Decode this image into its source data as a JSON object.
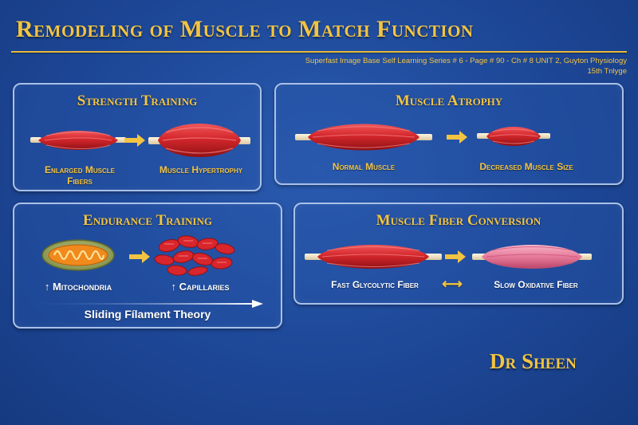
{
  "title": "Remodeling of Muscle to Match Function",
  "subtitle": {
    "line1": "Superfast Image Base Self Learning Series # 6 - Page # 90 - Ch # 8 UNIT 2, Guyton Physiology",
    "line2": "15th Tnlyge"
  },
  "panels": {
    "strength": {
      "title": "Strength Training",
      "left_label_line1": "Enlarged Muscle",
      "left_label_line2": "Fibers",
      "right_label": "Muscle Hypertrophy"
    },
    "atrophy": {
      "title": "Muscle Atrophy",
      "left_label": "Normal Muscle",
      "right_label": "Decreased Muscle Size"
    },
    "endurance": {
      "title": "Endurance Training",
      "left_label": "↑ Mitochondria",
      "right_label": "↑ Capillaries",
      "footer": "Sliding Fílament Theory"
    },
    "conversion": {
      "title": "Muscle Fiber Conversion",
      "left_label": "Fast Glycolytic Fiber",
      "arrow": "⟷",
      "right_label": "Slow Oxidative Fiber"
    }
  },
  "author": "Dr Sheen",
  "colors": {
    "background": "#1d4797",
    "accent": "#f3c441",
    "panel_border": "#a9c1e8",
    "muscle_red": "#d4272c",
    "muscle_pink": "#e77a9a",
    "mitochondria": "#f08a1c"
  }
}
